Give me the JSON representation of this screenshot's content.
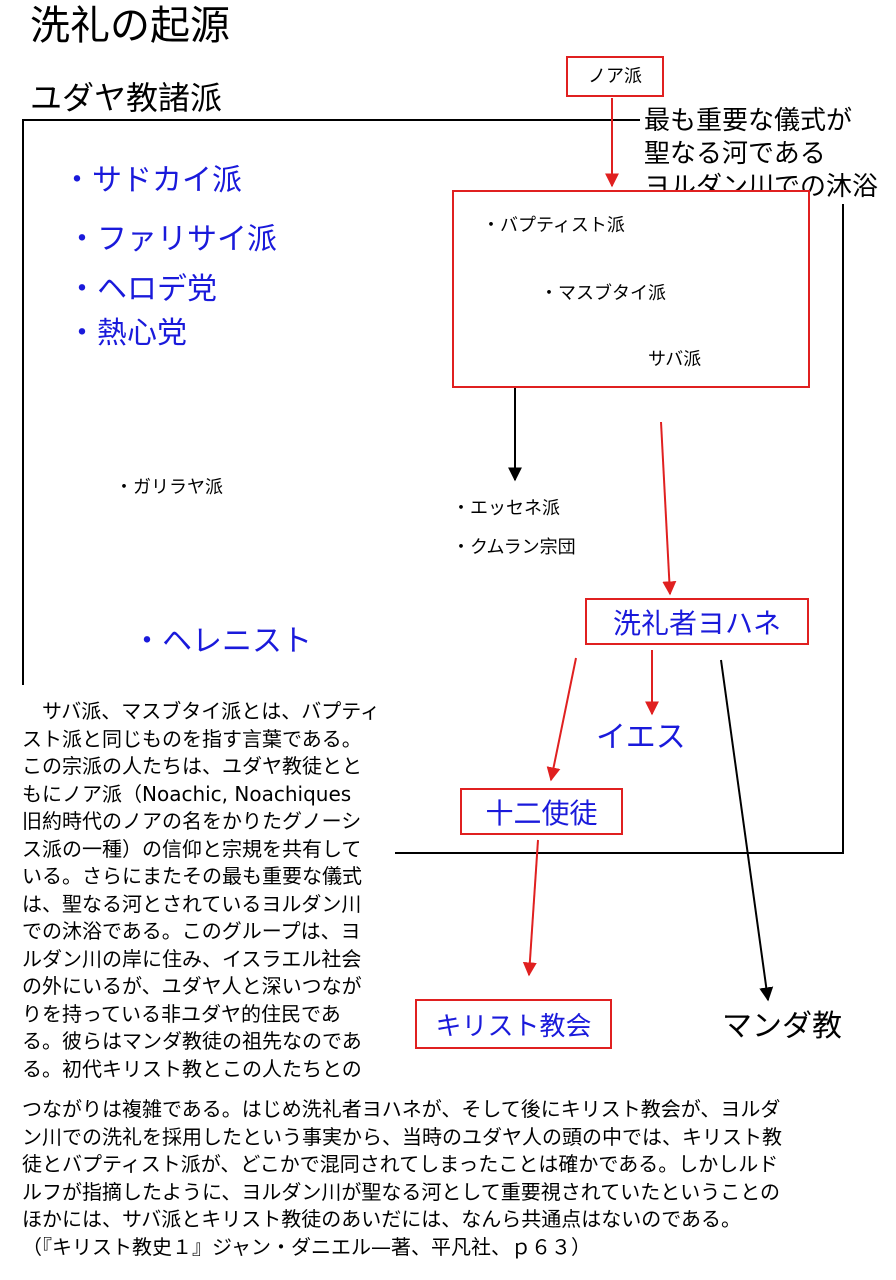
{
  "title": "洗礼の起源",
  "subtitle": "ユダヤ教諸派",
  "sects_left": [
    "・サドカイ派",
    "・ファリサイ派",
    "・ヘロデ党",
    "・熱心党"
  ],
  "galilee": "・ガリラヤ派",
  "hellenist": "・ヘレニスト",
  "noah": "ノア派",
  "ritual_lines": [
    "最も重要な儀式が",
    "聖なる河である",
    "ヨルダン川での沐浴"
  ],
  "baptist_box": [
    "・バプティスト派",
    "・マスブタイ派",
    "サバ派"
  ],
  "essene": [
    "・エッセネ派",
    "・クムラン宗団"
  ],
  "john": "洗礼者ヨハネ",
  "jesus": "イエス",
  "apostles": "十二使徒",
  "church": "キリスト教会",
  "mandaeism": "マンダ教",
  "paragraph1": [
    "　サバ派、マスブタイ派とは、バプティ",
    "スト派と同じものを指す言葉である。",
    "この宗派の人たちは、ユダヤ教徒とと",
    "もにノア派（Noachic, Noachiques",
    "旧約時代のノアの名をかりたグノーシ",
    "ス派の一種）の信仰と宗規を共有して",
    "いる。さらにまたその最も重要な儀式",
    "は、聖なる河とされているヨルダン川",
    "での沐浴である。このグループは、ヨ",
    "ルダン川の岸に住み、イスラエル社会",
    "の外にいるが、ユダヤ人と深いつなが",
    "りを持っている非ユダヤ的住民であ",
    "る。彼らはマンダ教徒の祖先なのであ",
    "る。初代キリスト教とこの人たちとの"
  ],
  "paragraph2": [
    "つながりは複雑である。はじめ洗礼者ヨハネが、そして後にキリスト教会が、ヨルダ",
    "ン川での洗礼を採用したという事実から、当時のユダヤ人の頭の中では、キリスト教",
    "徒とバプティスト派が、どこかで混同されてしまったことは確かである。しかしルド",
    "ルフが指摘したように、ヨルダン川が聖なる河として重要視されていたということの",
    "ほかには、サバ派とキリスト教徒のあいだには、なんら共通点はないのである。",
    "（『キリスト教史１』ジャン・ダニエル—著、平凡社、ｐ６３）"
  ],
  "colors": {
    "red": "#e02020",
    "blue": "#1a1adb",
    "black": "#000000"
  }
}
